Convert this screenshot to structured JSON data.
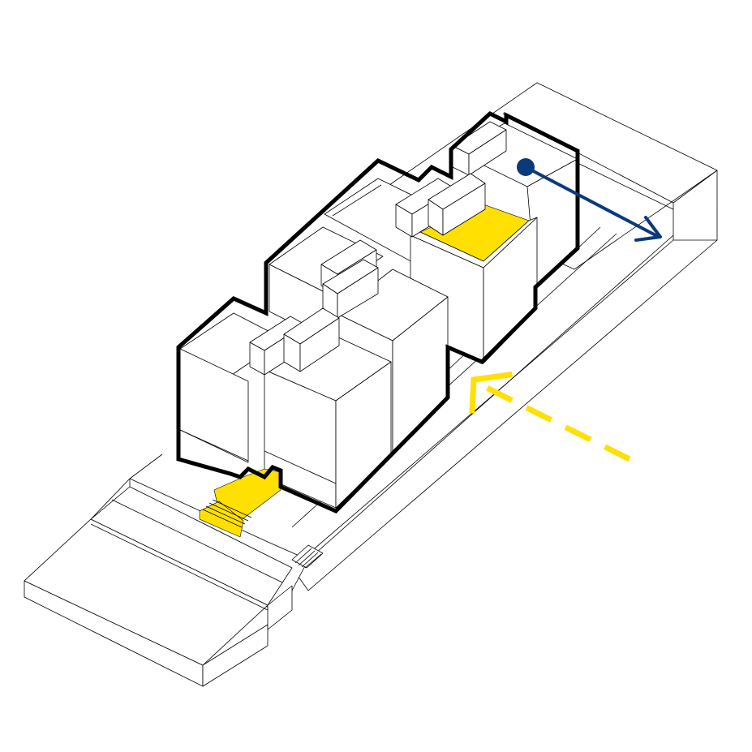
{
  "diagram": {
    "view": "axonometric",
    "colors": {
      "background": "#ffffff",
      "linework": "#000000",
      "boundary_outline": "#000000",
      "highlight": "#ffe000",
      "view_arrow": "#0b3a7a",
      "approach_arrow": "#ffe000"
    },
    "elements": [
      "site-base",
      "building-outline",
      "entry-stair",
      "roof-terrace",
      "view-arrow",
      "approach-arrow"
    ]
  }
}
